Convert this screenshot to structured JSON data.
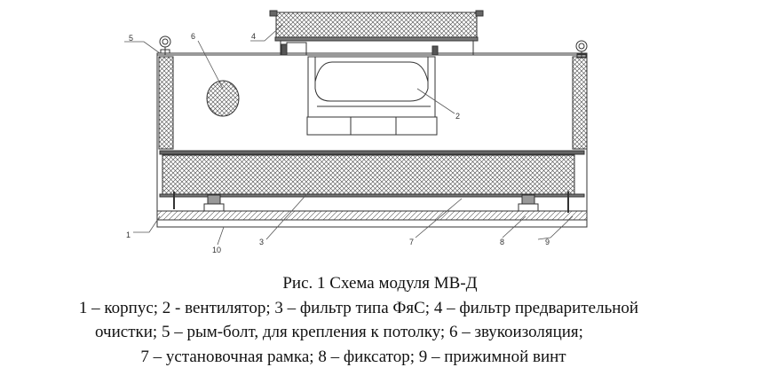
{
  "callouts": {
    "c1": "1",
    "c2": "2",
    "c3": "3",
    "c4": "4",
    "c5": "5",
    "c6": "6",
    "c7": "7",
    "c8": "8",
    "c9": "9",
    "c10": "10"
  },
  "caption": {
    "title": "Рис. 1 Схема модуля МВ-Д",
    "line1": "1 – корпус; 2  - вентилятор; 3 – фильтр типа ФяС;  4 – фильтр предварительной",
    "line2": "очистки; 5 – рым-болт, для крепления к потолку; 6 – звукоизоляция;",
    "line3": "7 – установочная рамка; 8 – фиксатор; 9 – прижимной винт"
  }
}
